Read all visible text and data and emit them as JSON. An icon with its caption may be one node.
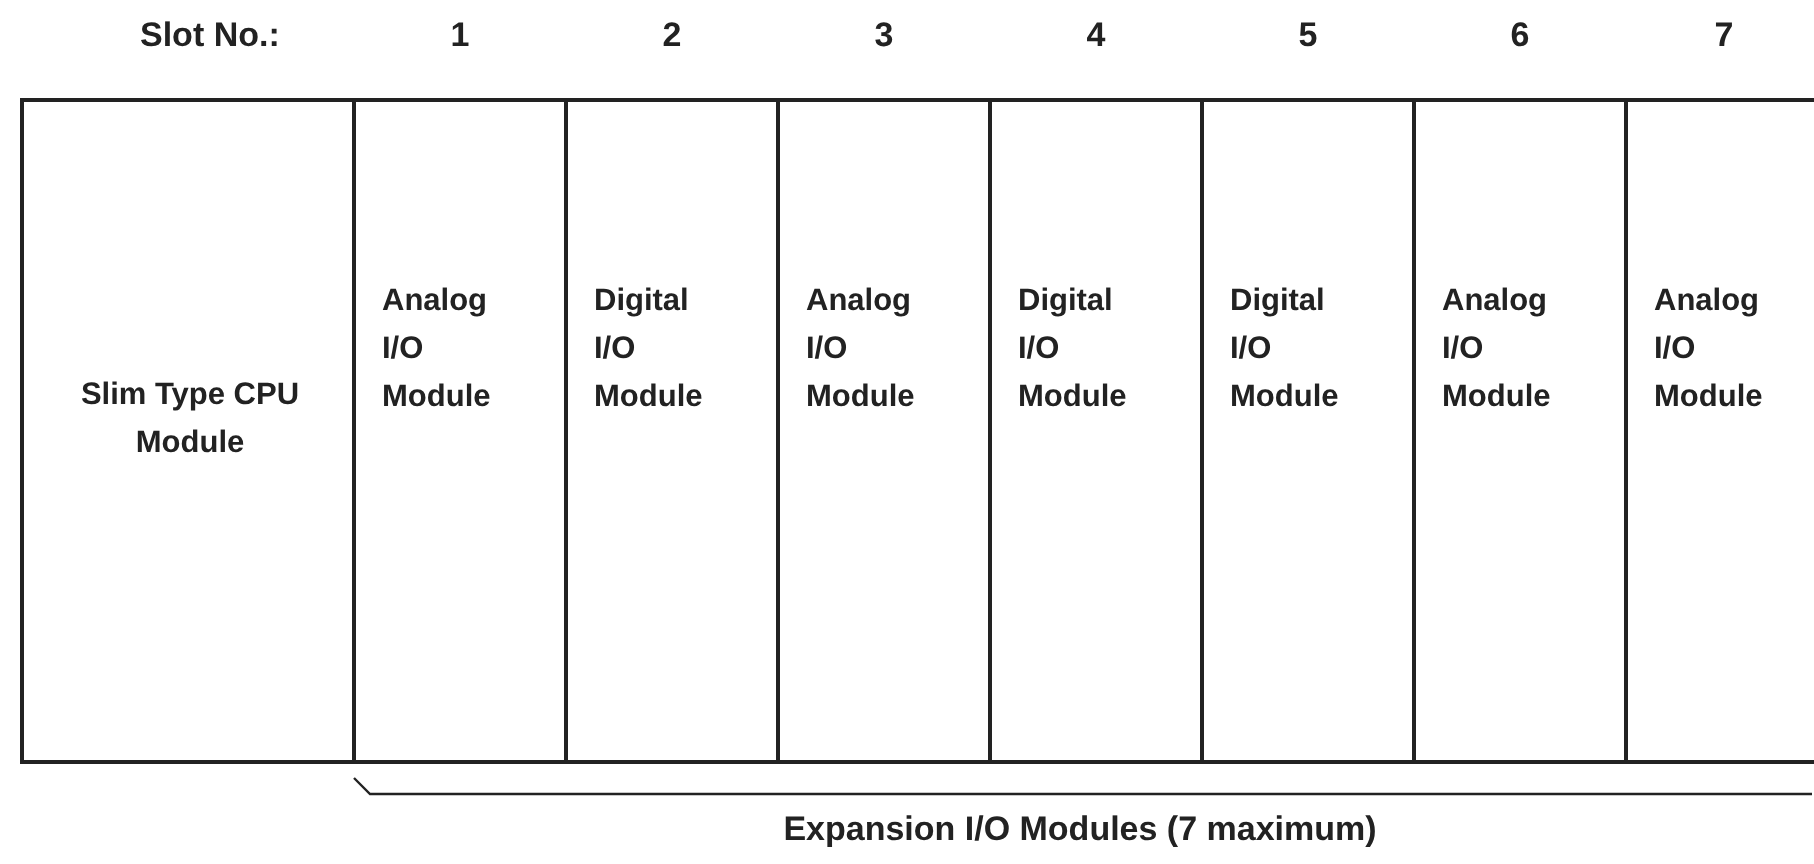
{
  "diagram": {
    "nodes": [
      {
        "text": [
          "Slim Type CPU Module"
        ]
      },
      {
        "text": [
          "Analog I/O Module"
        ],
        "beside": [
          "1"
        ]
      },
      {
        "text": [
          "Digital I/O Module"
        ],
        "beside": [
          "2"
        ]
      },
      {
        "text": [
          "Analog I/O Module"
        ],
        "beside": [
          "3"
        ]
      },
      {
        "text": [
          "Digital I/O Module"
        ],
        "beside": [
          "4"
        ]
      },
      {
        "text": [
          "Digital I/O Module"
        ],
        "beside": [
          "5"
        ]
      },
      {
        "text": [
          "Analog I/O Module"
        ],
        "beside": [
          "6"
        ]
      },
      {
        "text": [
          "Analog I/O Module"
        ],
        "beside": [
          "7"
        ]
      }
    ],
    "labels": [
      "Slot No.:",
      "Expansion I/O Modules (7 maximum)"
    ]
  }
}
